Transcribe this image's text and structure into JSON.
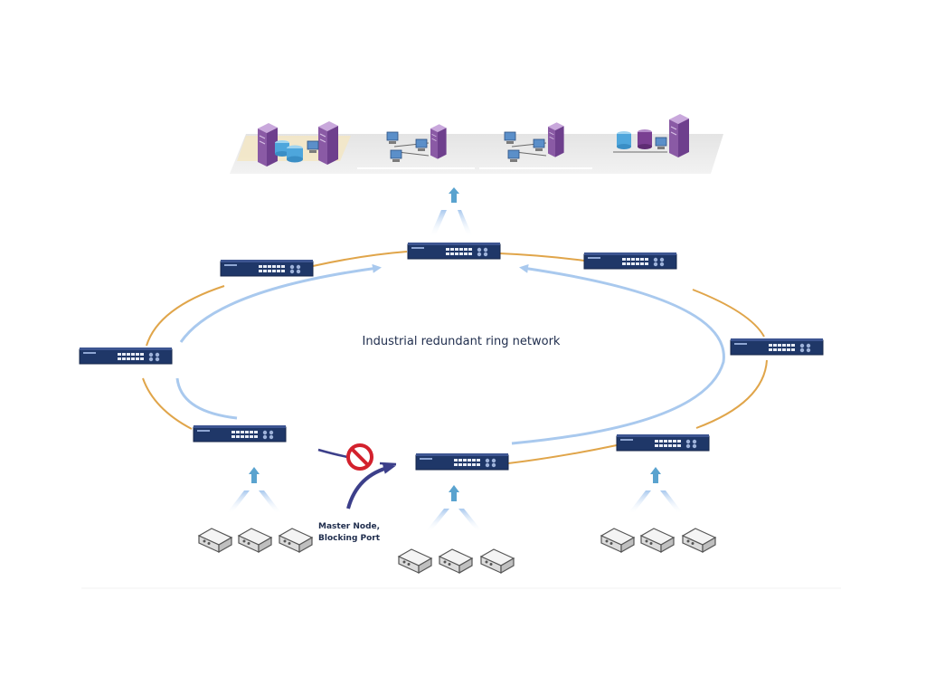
{
  "ring": {
    "title": "Industrial redundant ring network",
    "master_label_line1": "Master Node,",
    "master_label_line2": "Blocking Port"
  },
  "colors": {
    "ring_link": "#e0a54a",
    "flow_arrow": "#a9c9ee",
    "switch_body": "#1f3768",
    "blocked": "#d3212d",
    "master_arrow": "#3c3f8a",
    "server": "#8a5aa5"
  },
  "icons": {
    "switch": "ethernet-switch-icon",
    "server": "server-tower-icon",
    "database": "database-cylinder-icon",
    "workstation": "workstation-icon",
    "device": "field-device-icon",
    "blocked": "blocked-port-icon"
  }
}
